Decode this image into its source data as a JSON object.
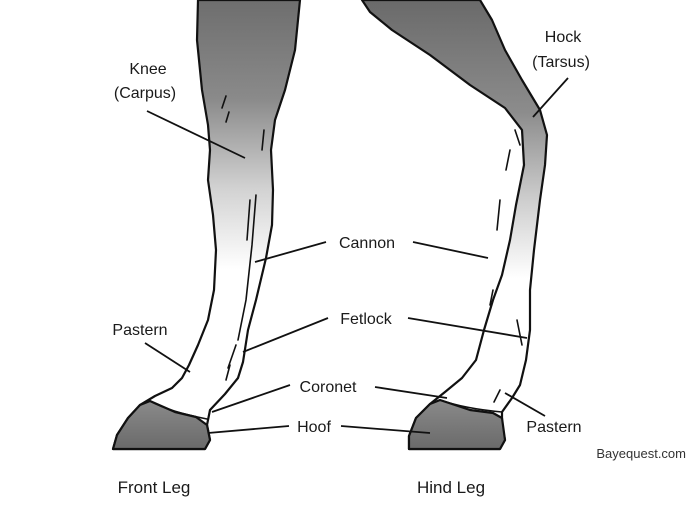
{
  "labels": {
    "knee_line1": "Knee",
    "knee_line2": "(Carpus)",
    "hock_line1": "Hock",
    "hock_line2": "(Tarsus)",
    "cannon": "Cannon",
    "pastern_front": "Pastern",
    "fetlock": "Fetlock",
    "coronet": "Coronet",
    "hoof": "Hoof",
    "pastern_hind": "Pastern"
  },
  "captions": {
    "front": "Front Leg",
    "hind": "Hind Leg"
  },
  "watermark": "Bayequest.com",
  "colors": {
    "leg_dark": "#6e6e6e",
    "leg_light": "#ffffff",
    "hoof": "#7a7a7a",
    "outline": "#111111",
    "background": "#ffffff"
  }
}
